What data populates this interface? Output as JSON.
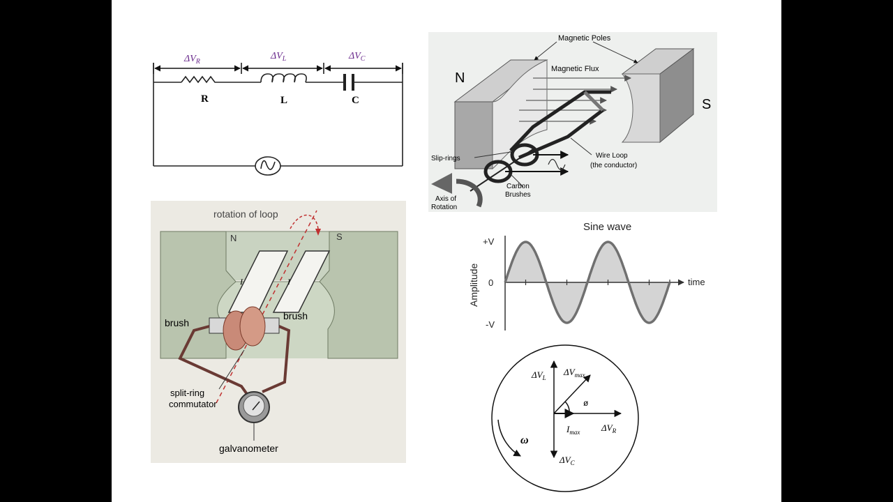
{
  "rlc": {
    "dv_r": "ΔV",
    "dv_r_sub": "R",
    "dv_l": "ΔV",
    "dv_l_sub": "L",
    "dv_c": "ΔV",
    "dv_c_sub": "C",
    "label_r": "R",
    "label_l": "L",
    "label_c": "C",
    "label_color": "#6a2a8c"
  },
  "generator": {
    "magnetic_poles": "Magnetic Poles",
    "magnetic_flux": "Magnetic Flux",
    "north": "N",
    "south": "S",
    "slip_rings": "Slip-rings",
    "wire_loop_1": "Wire Loop",
    "wire_loop_2": "(the conductor)",
    "carbon_1": "Carbon",
    "carbon_2": "Brushes",
    "axis_1": "Axis of",
    "axis_2": "Rotation"
  },
  "dc_generator": {
    "rotation": "rotation of loop",
    "north": "N",
    "south": "S",
    "current_left": "I",
    "current_right": "I",
    "brush_left": "brush",
    "brush_right": "brush",
    "commutator_1": "split-ring",
    "commutator_2": "commutator",
    "galvanometer": "galvanometer"
  },
  "sine": {
    "title": "Sine wave",
    "ylabel": "Amplitude",
    "xlabel": "time",
    "tick_top": "+V",
    "tick_zero": "0",
    "tick_bottom": "-V",
    "curve_color": "#707070",
    "fill_color": "#d4d4d4"
  },
  "phasor": {
    "dv_l": "ΔV",
    "dv_l_sub": "L",
    "dv_max": "ΔV",
    "dv_max_sub": "max",
    "phi": "ø",
    "i_max": "I",
    "i_max_sub": "max",
    "dv_r": "ΔV",
    "dv_r_sub": "R",
    "dv_c": "ΔV",
    "dv_c_sub": "C",
    "omega": "ω"
  }
}
